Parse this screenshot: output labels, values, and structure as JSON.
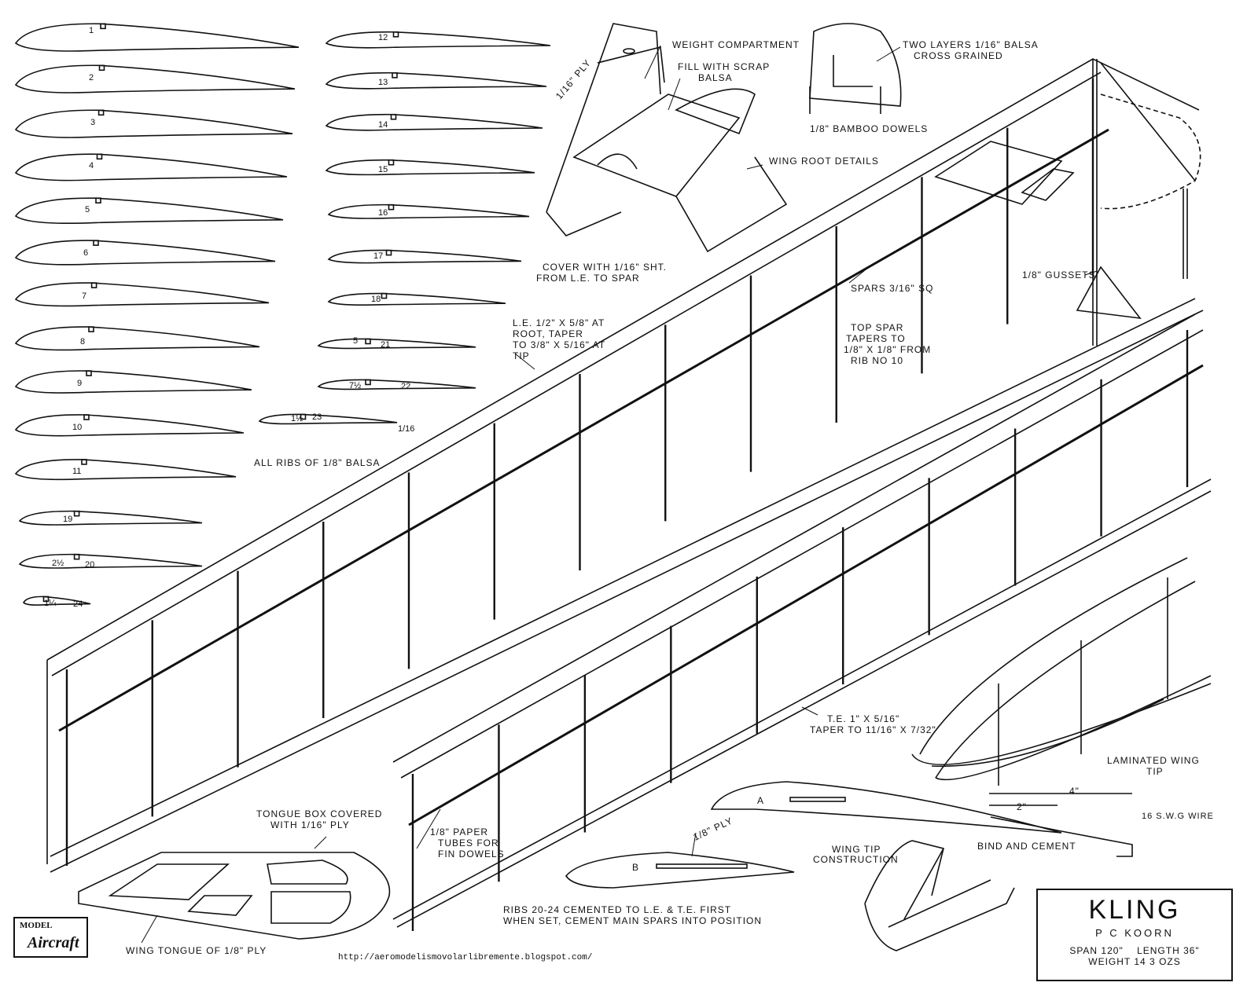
{
  "rib_labels": [
    "1",
    "2",
    "3",
    "4",
    "5",
    "6",
    "7",
    "8",
    "9",
    "10",
    "11",
    "12",
    "13",
    "14",
    "15",
    "16",
    "17",
    "18",
    "19",
    "20",
    "21",
    "22",
    "23",
    "24"
  ],
  "rib_inset_marks": {
    "r21": "5",
    "r22": "7½",
    "r20": "2½",
    "r23": "1½",
    "r24": "1¼"
  },
  "dimension_1_16": "1/16",
  "notes": {
    "weight_compartment": "WEIGHT COMPARTMENT",
    "fill_scrap_1": "FILL WITH SCRAP",
    "fill_scrap_2": "BALSA",
    "ply_1_16": "1/16\" PLY",
    "wing_root": "WING ROOT DETAILS",
    "cover_1": "COVER WITH 1/16\" SHT.",
    "cover_2": "FROM L.E. TO SPAR",
    "two_layers_1": "TWO LAYERS 1/16\" BALSA",
    "two_layers_2": "CROSS GRAINED",
    "bamboo": "1/8\" BAMBOO DOWELS",
    "spars": "SPARS 3/16\" SQ",
    "gussets": "1/8\" GUSSETS",
    "top_spar_1": "TOP SPAR",
    "top_spar_2": "TAPERS TO",
    "top_spar_3": "1/8\" X 1/8\" FROM",
    "top_spar_4": "RIB NO 10",
    "le_1": "L.E. 1/2\" X 5/8\" AT",
    "le_2": "ROOT, TAPER",
    "le_3": "TO 3/8\" X 5/16\" AT",
    "le_4": "TIP",
    "all_ribs": "ALL RIBS OF 1/8\" BALSA",
    "te_1": "T.E. 1\" X 5/16\"",
    "te_2": "TAPER TO 11/16\" X 7/32\"",
    "laminated_1": "LAMINATED WING",
    "laminated_2": "TIP",
    "dim_4": "4\"",
    "dim_2": "2\"",
    "wire": "16 S.W.G WIRE",
    "bind": "BIND AND CEMENT",
    "ply_1_8": "1/8\" PLY",
    "wing_tip_1": "WING TIP",
    "wing_tip_2": "CONSTRUCTION",
    "tongue_box_1": "TONGUE BOX COVERED",
    "tongue_box_2": "WITH 1/16\" PLY",
    "paper_1": "1/8\" PAPER",
    "paper_2": "TUBES FOR",
    "paper_3": "FIN DOWELS",
    "ribs2024_1": "RIBS 20-24 CEMENTED TO L.E. & T.E. FIRST",
    "ribs2024_2": "WHEN SET, CEMENT MAIN SPARS INTO POSITION",
    "tongue": "WING TONGUE OF 1/8\" PLY",
    "detail_a": "A",
    "detail_b": "B"
  },
  "title": {
    "name": "KLING",
    "designer": "P C KOORN",
    "span": "SPAN 120\"",
    "length": "LENGTH 36\"",
    "weight": "WEIGHT 14 3 OZS"
  },
  "logo": {
    "line1": "MODEL",
    "line2": "Aircraft"
  },
  "url": "http://aeromodelismovolarlibremente.blogspot.com/",
  "colors": {
    "ink": "#111111",
    "paper": "#ffffff"
  }
}
